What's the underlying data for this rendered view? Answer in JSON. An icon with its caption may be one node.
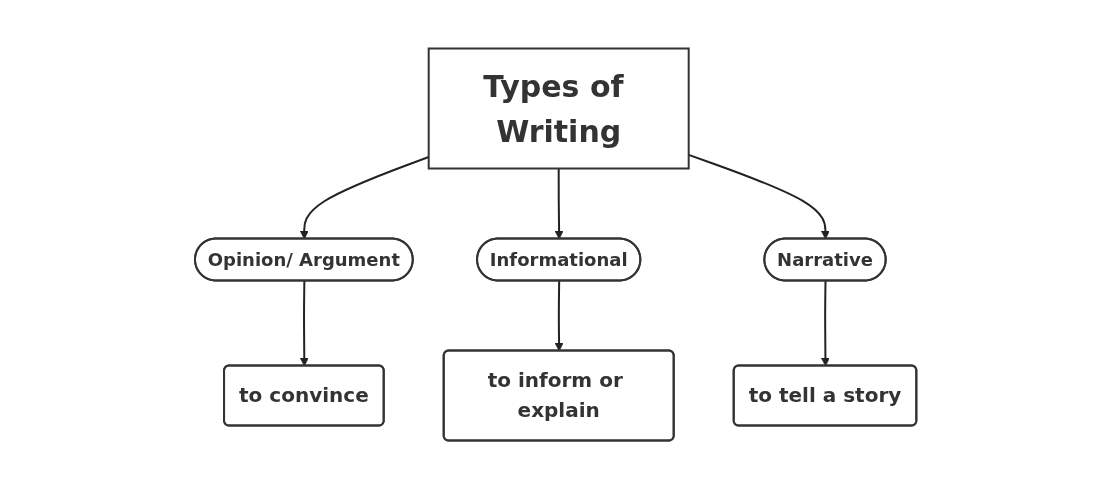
{
  "diagram": {
    "nodes": [
      {
        "text": [
          "Types of Writing"
        ]
      },
      {
        "text": [
          "Opinion/ Argument"
        ]
      },
      {
        "text": [
          "Informational"
        ]
      },
      {
        "text": [
          "Narrative"
        ]
      },
      {
        "text": [
          "to convince"
        ]
      },
      {
        "text": [
          "to inform or explain"
        ]
      },
      {
        "text": [
          "to tell a story"
        ]
      }
    ],
    "edges": [
      {
        "from": 0,
        "to": 1,
        "arrow": "to"
      },
      {
        "from": 0,
        "to": 2,
        "arrow": "to"
      },
      {
        "from": 0,
        "to": 3,
        "arrow": "to"
      },
      {
        "from": 1,
        "to": 4,
        "arrow": "to"
      },
      {
        "from": 2,
        "to": 5,
        "arrow": "to"
      },
      {
        "from": 3,
        "to": 6,
        "arrow": "to"
      }
    ]
  }
}
